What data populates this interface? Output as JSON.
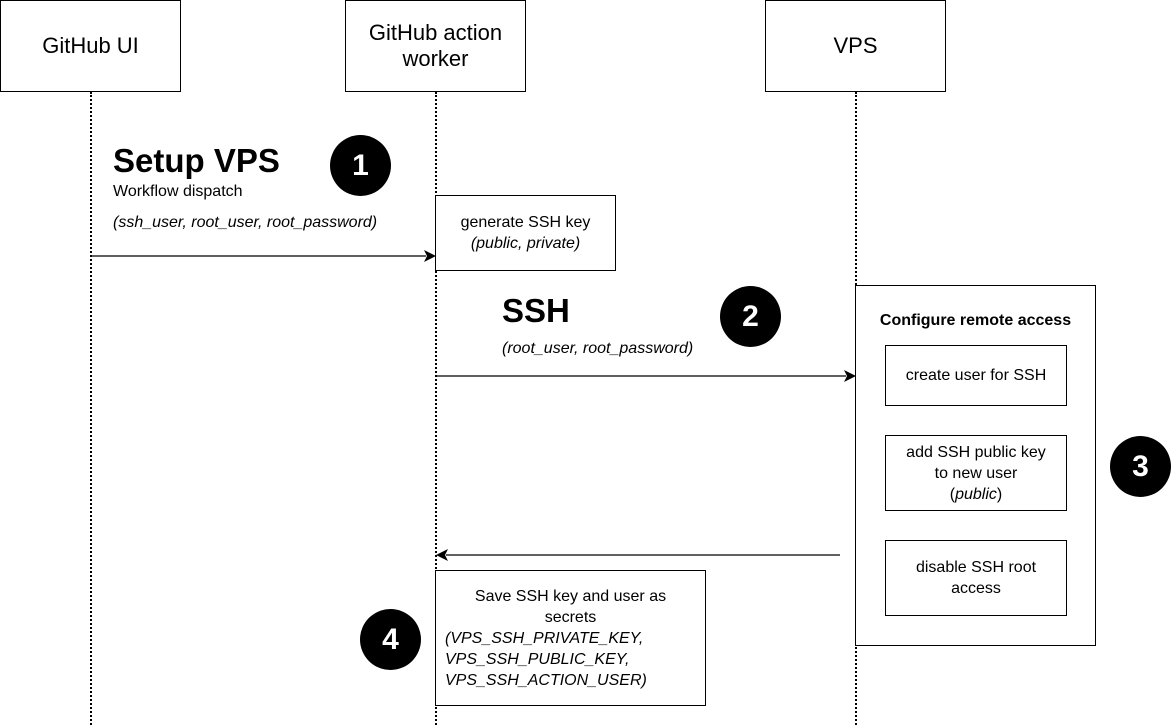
{
  "actors": {
    "github_ui": "GitHub UI",
    "worker_line1": "GitHub action",
    "worker_line2": "worker",
    "vps": "VPS"
  },
  "step1": {
    "badge": "1",
    "title": "Setup VPS",
    "subtitle": "Workflow dispatch",
    "params": "(ssh_user, root_user, root_password)"
  },
  "generate_box": {
    "line1": "generate SSH key",
    "line2": "(public, private)"
  },
  "step2": {
    "badge": "2",
    "title": "SSH",
    "params": "(root_user, root_password)"
  },
  "configure_group": {
    "title": "Configure remote access",
    "create_user": "create user for SSH",
    "add_key_line1": "add SSH public key",
    "add_key_line2": "to new user",
    "add_key_line3_open": "(",
    "add_key_line3_italic": "public",
    "add_key_line3_close": ")",
    "disable_root_line1": "disable SSH root",
    "disable_root_line2": "access"
  },
  "step3": {
    "badge": "3"
  },
  "step4": {
    "badge": "4"
  },
  "save_box": {
    "line1": "Save SSH key and user as",
    "line2": "secrets",
    "line3": "(VPS_SSH_PRIVATE_KEY,",
    "line4": "VPS_SSH_PUBLIC_KEY,",
    "line5": "VPS_SSH_ACTION_USER)"
  }
}
